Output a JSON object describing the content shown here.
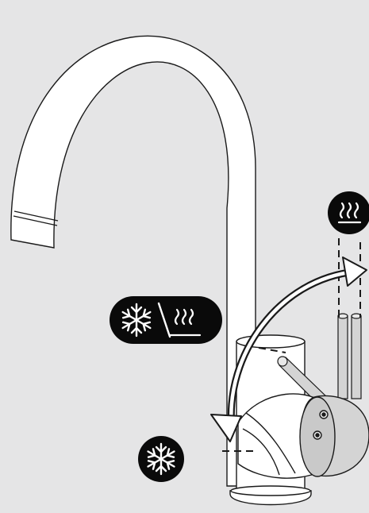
{
  "diagram": {
    "subject": "single-lever-mixer-tap",
    "colors": {
      "background": "#e5e5e6",
      "outline": "#1a1a1a",
      "faucet_fill": "#ffffff",
      "lever_fill": "#d4d4d4",
      "badge_fill": "#0a0a0a",
      "badge_symbol": "#ffffff"
    },
    "badges": [
      {
        "id": "hot",
        "icon": "hot-water-icon"
      },
      {
        "id": "mixed",
        "icons": [
          "snowflake-icon",
          "hot-water-icon"
        ]
      },
      {
        "id": "cold",
        "icon": "snowflake-icon"
      }
    ],
    "arrow": {
      "type": "double-headed-curved-arrow",
      "meaning": "lever-rotation-range"
    }
  }
}
